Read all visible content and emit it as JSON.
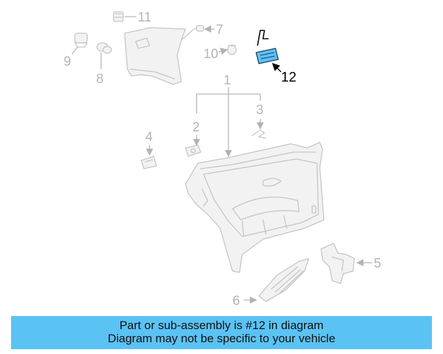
{
  "callouts": {
    "c1": "1",
    "c2": "2",
    "c3": "3",
    "c4": "4",
    "c5": "5",
    "c6": "6",
    "c7": "7",
    "c8": "8",
    "c9": "9",
    "c10": "10",
    "c11": "11",
    "c12": "12"
  },
  "highlight": {
    "part_number": "12",
    "color": "#5bc2f4"
  },
  "banner": {
    "line1": "Part or sub-assembly is #12 in diagram",
    "line2": "Diagram may not be specific to your vehicle",
    "background": "#5bc2f4"
  }
}
